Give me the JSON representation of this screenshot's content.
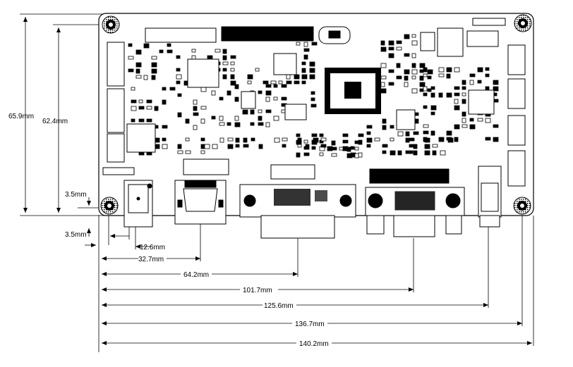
{
  "drawing": {
    "dimensions": {
      "height_total": "65.9mm",
      "height_holes": "62.4mm",
      "hole_offset_y": "3.5mm",
      "hole_offset_x": "3.5mm",
      "d_12_6": "12.6mm",
      "d_32_7": "32.7mm",
      "d_64_2": "64.2mm",
      "d_101_7": "101.7mm",
      "d_125_6": "125.6mm",
      "d_136_7": "136.7mm",
      "d_140_2": "140.2mm"
    }
  }
}
